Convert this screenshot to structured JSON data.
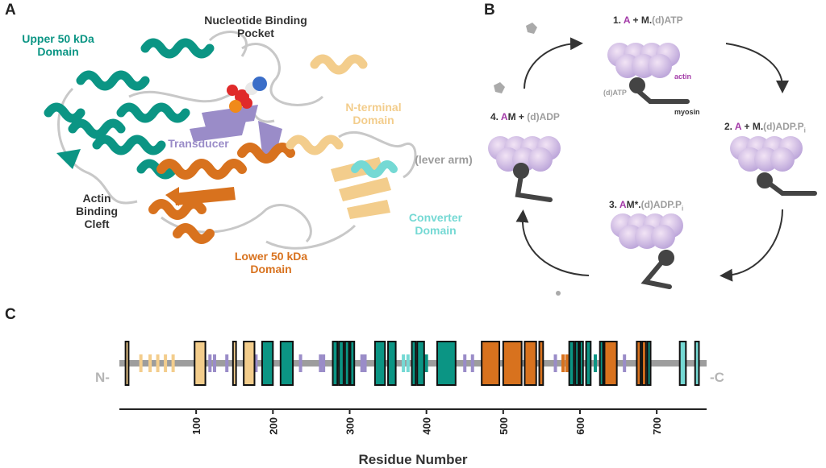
{
  "panels": {
    "a": "A",
    "b": "B",
    "c": "C"
  },
  "structure_labels": {
    "upper_50": "Upper 50 kDa\nDomain",
    "nucleotide": "Nucleotide Binding\nPocket",
    "n_terminal": "N-terminal\nDomain",
    "transducer": "Transducer",
    "lever_arm": "(lever arm)",
    "actin_cleft": "Actin\nBinding\nCleft",
    "lower_50": "Lower 50 kDa\nDomain",
    "converter": "Converter\nDomain"
  },
  "cycle": {
    "step1": {
      "num": "1.",
      "a": "A",
      "rest": "+ M.",
      "nuc": "(d)ATP"
    },
    "step2": {
      "num": "2.",
      "a": "A",
      "rest": "+ M.",
      "nuc": "(d)ADP.P",
      "sub": "i"
    },
    "step3": {
      "num": "3.",
      "a": "A",
      "rest": "M*.",
      "nuc": "(d)ADP.P",
      "sub": "i"
    },
    "step4": {
      "num": "4.",
      "a": "A",
      "rest": "M +",
      "nuc": "(d)ADP"
    },
    "actin_label": "actin",
    "myosin_label": "myosin",
    "datp_label": "(d)ATP"
  },
  "colors": {
    "teal": "#0b9584",
    "orange": "#d8721e",
    "purple": "#9a8cc8",
    "tan": "#f3cd8c",
    "cyan": "#75d9d4",
    "grey": "#9d9d9d",
    "magenta": "#a33aa8"
  },
  "sequence_map": {
    "n_label": "N-",
    "c_label": "-C",
    "xlabel": "Residue Number",
    "xlim": [
      0,
      765
    ],
    "ticks": [
      100,
      200,
      300,
      400,
      500,
      600,
      700
    ],
    "boxes": [
      {
        "start": 8,
        "end": 12,
        "domain": "tan"
      },
      {
        "start": 98,
        "end": 112,
        "domain": "tan"
      },
      {
        "start": 148,
        "end": 152,
        "domain": "tan"
      },
      {
        "start": 162,
        "end": 176,
        "domain": "tan"
      },
      {
        "start": 186,
        "end": 200,
        "domain": "teal"
      },
      {
        "start": 210,
        "end": 226,
        "domain": "teal"
      },
      {
        "start": 278,
        "end": 284,
        "domain": "teal"
      },
      {
        "start": 286,
        "end": 292,
        "domain": "teal"
      },
      {
        "start": 294,
        "end": 299,
        "domain": "teal"
      },
      {
        "start": 301,
        "end": 306,
        "domain": "teal"
      },
      {
        "start": 333,
        "end": 346,
        "domain": "teal"
      },
      {
        "start": 350,
        "end": 360,
        "domain": "teal"
      },
      {
        "start": 381,
        "end": 386,
        "domain": "teal"
      },
      {
        "start": 388,
        "end": 397,
        "domain": "teal"
      },
      {
        "start": 414,
        "end": 438,
        "domain": "teal"
      },
      {
        "start": 472,
        "end": 495,
        "domain": "orange"
      },
      {
        "start": 500,
        "end": 524,
        "domain": "orange"
      },
      {
        "start": 528,
        "end": 543,
        "domain": "orange"
      },
      {
        "start": 547,
        "end": 552,
        "domain": "orange"
      },
      {
        "start": 586,
        "end": 592,
        "domain": "teal"
      },
      {
        "start": 594,
        "end": 598,
        "domain": "teal"
      },
      {
        "start": 600,
        "end": 604,
        "domain": "teal"
      },
      {
        "start": 608,
        "end": 614,
        "domain": "teal"
      },
      {
        "start": 626,
        "end": 630,
        "domain": "teal"
      },
      {
        "start": 632,
        "end": 648,
        "domain": "orange"
      },
      {
        "start": 674,
        "end": 679,
        "domain": "orange"
      },
      {
        "start": 681,
        "end": 686,
        "domain": "orange"
      },
      {
        "start": 688,
        "end": 692,
        "domain": "teal"
      },
      {
        "start": 730,
        "end": 738,
        "domain": "cyan"
      },
      {
        "start": 750,
        "end": 755,
        "domain": "cyan"
      }
    ],
    "strands": [
      {
        "pos": 28,
        "domain": "tan"
      },
      {
        "pos": 40,
        "domain": "tan"
      },
      {
        "pos": 50,
        "domain": "tan"
      },
      {
        "pos": 60,
        "domain": "tan"
      },
      {
        "pos": 70,
        "domain": "tan"
      },
      {
        "pos": 118,
        "domain": "purple"
      },
      {
        "pos": 124,
        "domain": "purple"
      },
      {
        "pos": 140,
        "domain": "purple"
      },
      {
        "pos": 178,
        "domain": "purple"
      },
      {
        "pos": 236,
        "domain": "purple"
      },
      {
        "pos": 262,
        "domain": "purple"
      },
      {
        "pos": 266,
        "domain": "purple"
      },
      {
        "pos": 316,
        "domain": "purple"
      },
      {
        "pos": 320,
        "domain": "purple"
      },
      {
        "pos": 370,
        "domain": "cyan"
      },
      {
        "pos": 376,
        "domain": "cyan"
      },
      {
        "pos": 400,
        "domain": "teal"
      },
      {
        "pos": 450,
        "domain": "purple"
      },
      {
        "pos": 460,
        "domain": "purple"
      },
      {
        "pos": 568,
        "domain": "purple"
      },
      {
        "pos": 578,
        "domain": "orange"
      },
      {
        "pos": 583,
        "domain": "orange"
      },
      {
        "pos": 620,
        "domain": "teal"
      },
      {
        "pos": 658,
        "domain": "purple"
      }
    ]
  }
}
